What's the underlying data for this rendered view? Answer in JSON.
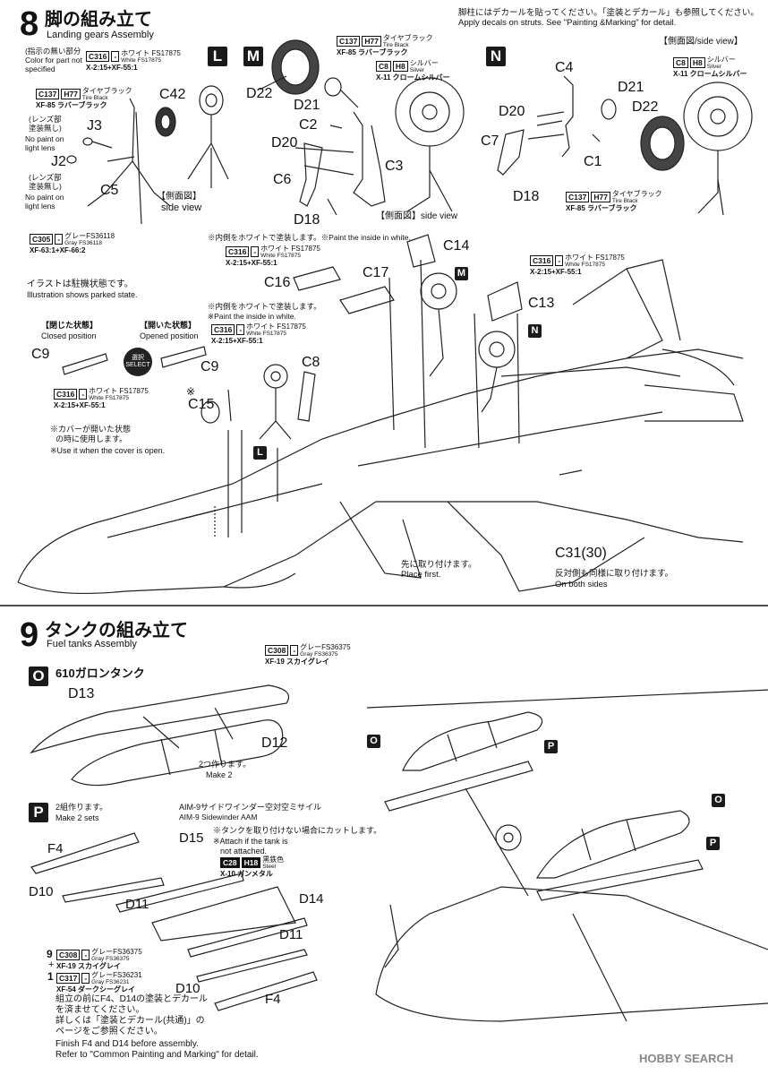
{
  "step8": {
    "num": "8",
    "title_jp": "脚の組み立て",
    "title_en": "Landing gears Assembly",
    "top_note_jp": "脚柱にはデカールを貼ってください。「塗装とデカール」も参照してください。",
    "top_note_en": "Apply decals on struts. See \"Painting &Marking\" for detail.",
    "note_unspecified_jp": "(指示の無い部分",
    "note_unspecified_en1": "Color for part not",
    "note_unspecified_en2": "specified",
    "lens_j3_jp1": "(レンズ部",
    "lens_j3_jp2": "塗装無し)",
    "lens_j3_en1": "No paint on",
    "lens_j3_en2": "light lens",
    "lens_j2_jp1": "(レンズ部",
    "lens_j2_jp2": "塗装無し)",
    "lens_j2_en1": "No paint on",
    "lens_j2_en2": "light lens",
    "side_view_jp": "【側面図】",
    "side_view_en": "side view",
    "side_view_m": "【側面図】side view",
    "side_view_n": "【側面図/side view】",
    "parked_jp": "イラストは駐機状態です。",
    "parked_en": "Illustration shows parked state.",
    "closed_jp": "【閉じた状態】",
    "closed_en": "Closed position",
    "opened_jp": "【開いた状態】",
    "opened_en": "Opened position",
    "select_jp": "選択",
    "select_en": "SELECT",
    "cover_note_jp1": "※カバーが開いた状態",
    "cover_note_jp2": "の時に使用します。",
    "cover_note_en": "※Use it when the cover is open.",
    "paint_inside_1": "※内側をホワイトで塗装します。※Paint the inside in white.",
    "paint_inside_2_jp": "※内側をホワイトで塗装します。",
    "paint_inside_2_en": "※Paint the inside in white.",
    "place_first_jp": "先に取り付けます。",
    "place_first_en": "Place first.",
    "both_sides_jp": "反対側も同様に取り付けます。",
    "both_sides_en": "On both sides",
    "asterisk": "※",
    "assemblies": [
      "L",
      "M",
      "N"
    ],
    "parts": {
      "C42": "C42",
      "J3": "J3",
      "J2": "J2",
      "C5": "C5",
      "D22": "D22",
      "D21": "D21",
      "C2": "C2",
      "D20": "D20",
      "C6": "C6",
      "D18": "D18",
      "C3": "C3",
      "C4": "C4",
      "N_D21": "D21",
      "N_D20": "D20",
      "C7": "C7",
      "C1": "C1",
      "N_D18": "D18",
      "N_D22": "D22",
      "C14": "C14",
      "C16": "C16",
      "C17": "C17",
      "C13": "C13",
      "C9a": "C9",
      "C9b": "C9",
      "C15": "C15",
      "C8": "C8",
      "C31": "C31(30)"
    }
  },
  "paints": {
    "c316": {
      "code": "C316",
      "h": "-",
      "jp": "ホワイト FS17875",
      "en": "White FS17875",
      "mix": "X-2:15+XF-55:1"
    },
    "c137": {
      "code": "C137",
      "h": "H77",
      "jp": "タイヤブラック",
      "en": "Tire Black",
      "mix": "XF-85 ラバーブラック"
    },
    "c8": {
      "code": "C8",
      "h": "H8",
      "jp": "シルバー",
      "en": "Silver",
      "mix": "X-11 クロームシルバー"
    },
    "c305": {
      "code": "C305",
      "h": "-",
      "jp": "グレーFS36118",
      "en": "Gray FS36118",
      "mix": "XF-63:1+XF-66:2"
    },
    "c308": {
      "code": "C308",
      "h": "-",
      "jp": "グレーFS36375",
      "en": "Gray FS36375",
      "mix": "XF-19 スカイグレイ"
    },
    "c28": {
      "code": "C28",
      "h": "H18",
      "jp": "黒鉄色",
      "en": "Steel",
      "mix": "X-10 ガンメタル"
    },
    "c317": {
      "code": "C317",
      "h": "-",
      "jp": "グレーFS36231",
      "en": "Gray FS36231",
      "mix": "XF-54 ダークシーグレイ"
    }
  },
  "step9": {
    "num": "9",
    "title_jp": "タンクの組み立て",
    "title_en": "Fuel tanks Assembly",
    "tank_label": "610ガロンタンク",
    "make2_jp": "2つ作ります。",
    "make2_en": "Make 2",
    "sets_jp": "2組作ります。",
    "sets_en": "Make 2 sets",
    "aam_jp": "AIM-9サイドワインダー空対空ミサイル",
    "aam_en": "AIM-9 Sidewinder AAM",
    "tank_note_jp": "※タンクを取り付けない場合にカットします。",
    "tank_note_en1": "※Attach if the tank is",
    "tank_note_en2": "not attached.",
    "mix_9": "9",
    "mix_plus": "+",
    "mix_1": "1",
    "finish_jp1": "組立の前にF4、D14の塗装とデカール",
    "finish_jp2": "を済ませてください。",
    "finish_jp3": "詳しくは「塗装とデカール(共通)」の",
    "finish_jp4": "ページをご参照ください。",
    "finish_en1": "Finish F4 and D14 before assembly.",
    "finish_en2": "Refer to \"Common Painting and Marking\" for detail.",
    "assemblies": [
      "O",
      "P"
    ],
    "parts": {
      "D13": "D13",
      "D12": "D12",
      "F4a": "F4",
      "D10a": "D10",
      "D11a": "D11",
      "D15": "D15",
      "D14": "D14",
      "D11b": "D11",
      "D10b": "D10",
      "F4b": "F4"
    }
  },
  "watermark": "HOBBY SEARCH"
}
